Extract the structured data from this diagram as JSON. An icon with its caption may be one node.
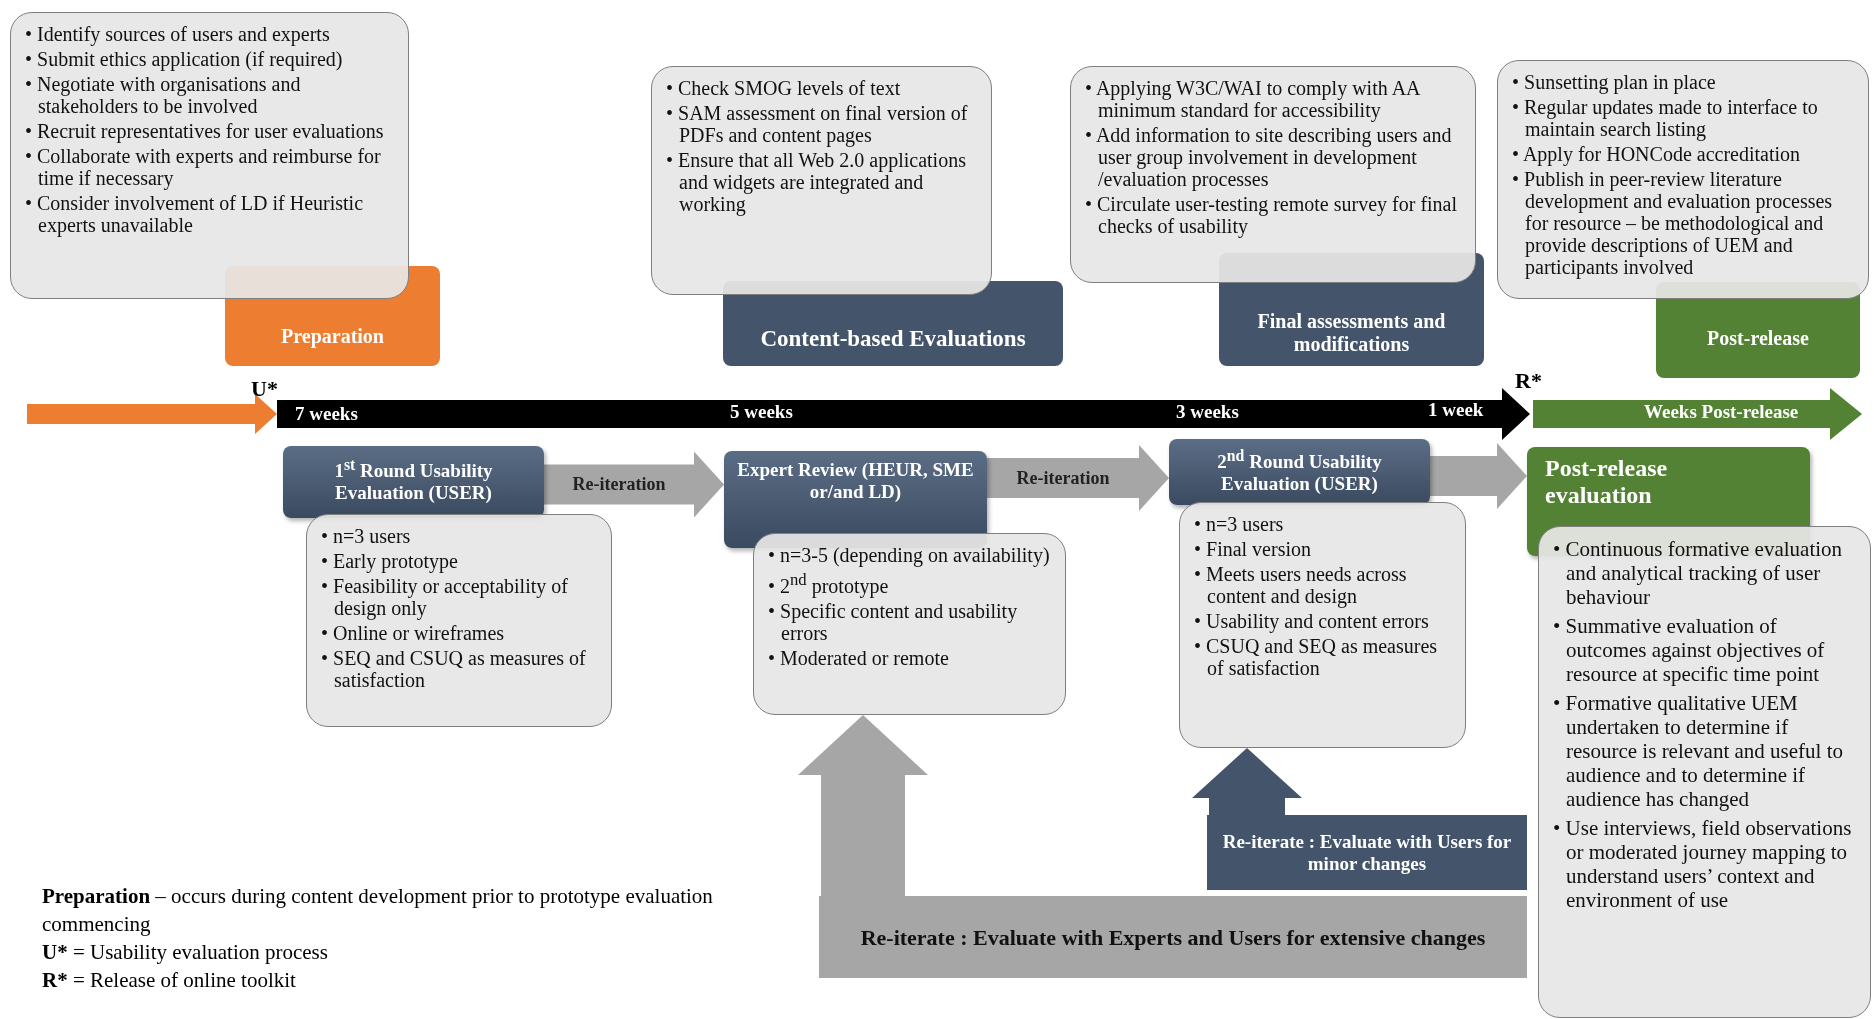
{
  "diagram": {
    "nodes": [
      {
        "text": [
          "Preparation"
        ]
      },
      {
        "text": [
          "• Identify sources of users and experts",
          "• Submit ethics application (if required)",
          "• Negotiate with organisations and stakeholders to be involved",
          "• Recruit representatives for user evaluations",
          "• Collaborate with experts and reimburse for time if necessary",
          "• Consider involvement of LD if Heuristic experts unavailable"
        ]
      },
      {
        "text": [
          "Content-based Evaluations"
        ]
      },
      {
        "text": [
          "• Check SMOG levels of text",
          "• SAM assessment on final version of PDFs and content pages",
          "• Ensure that all Web 2.0 applications and widgets are integrated and working"
        ]
      },
      {
        "text": [
          "Final assessments and modifications"
        ]
      },
      {
        "text": [
          "• Applying W3C/WAI to comply with AA minimum standard for accessibility",
          "• Add information to site describing users and user group involvement in development /evaluation processes",
          "• Circulate user-testing remote survey for final checks of usability"
        ]
      },
      {
        "text": [
          "Post-release"
        ]
      },
      {
        "text": [
          "• Sunsetting plan in place",
          "• Regular updates made to interface to maintain search listing",
          "• Apply for HONCode accreditation",
          "• Publish in peer-review literature development and evaluation processes for resource – be methodological and provide descriptions of UEM and participants involved"
        ]
      },
      {
        "text": [
          "1$^{st}$ Round Usability Evaluation (USER)"
        ]
      },
      {
        "text": [
          "• n=3 users",
          "• Early prototype",
          "• Feasibility or acceptability of design only",
          "• Online or wireframes",
          "• SEQ and CSUQ as measures of satisfaction"
        ]
      },
      {
        "text": [
          "Expert Review (HEUR, SME or/and LD)"
        ]
      },
      {
        "text": [
          "• n=3-5 (depending on availability)",
          "• 2$^{nd}$ prototype",
          "• Specific content and  usability errors",
          "• Moderated or remote"
        ]
      },
      {
        "text": [
          "2$^{nd}$ Round Usability Evaluation (USER)"
        ]
      },
      {
        "text": [
          "• n=3 users",
          "• Final version",
          "• Meets users needs across content and design",
          "• Usability and content errors",
          "• CSUQ and SEQ as measures of satisfaction"
        ]
      },
      {
        "text": [
          "Post-release evaluation"
        ]
      },
      {
        "text": [
          "• Continuous formative evaluation and analytical tracking of user behaviour",
          "• Summative evaluation of outcomes against objectives of resource at specific time point",
          "• Formative qualitative UEM undertaken to determine if resource is relevant and useful to audience and to determine if audience has changed",
          "• Use interviews, field observations or moderated journey mapping to understand users’ context and environment of use"
        ]
      },
      {
        "text": [
          "Re-iterate : Evaluate with Users for minor changes"
        ]
      },
      {
        "text": [
          "Re-iterate : Evaluate with Experts and Users for extensive changes"
        ]
      },
      {
        "text": [
          "7 weeks",
          "5 weeks",
          "3 weeks",
          "1 week"
        ]
      },
      {
        "text": [
          "Weeks Post-release"
        ]
      }
    ],
    "edges": [
      {
        "from": 8,
        "to": 10,
        "arrow": "to",
        "label": "Re-iteration",
        "style": "thick"
      },
      {
        "from": 10,
        "to": 12,
        "arrow": "to",
        "label": "Re-iteration",
        "style": "thick"
      },
      {
        "from": 12,
        "to": 14,
        "arrow": "to",
        "style": "thick"
      },
      {
        "from": 16,
        "to": 13,
        "arrow": "to",
        "style": "thick",
        "color": "#44546a"
      },
      {
        "from": 17,
        "to": 11,
        "arrow": "to",
        "style": "thick"
      },
      {
        "from": null,
        "to": 18,
        "arrow": "to",
        "style": "thick",
        "color": "#ed7d31"
      }
    ],
    "labels": [
      "U*",
      "R*",
      "Preparation",
      "– occurs during content development prior to prototype evaluation commencing",
      "U*",
      "= Usability evaluation process",
      "R*",
      "= Release of online toolkit"
    ]
  }
}
